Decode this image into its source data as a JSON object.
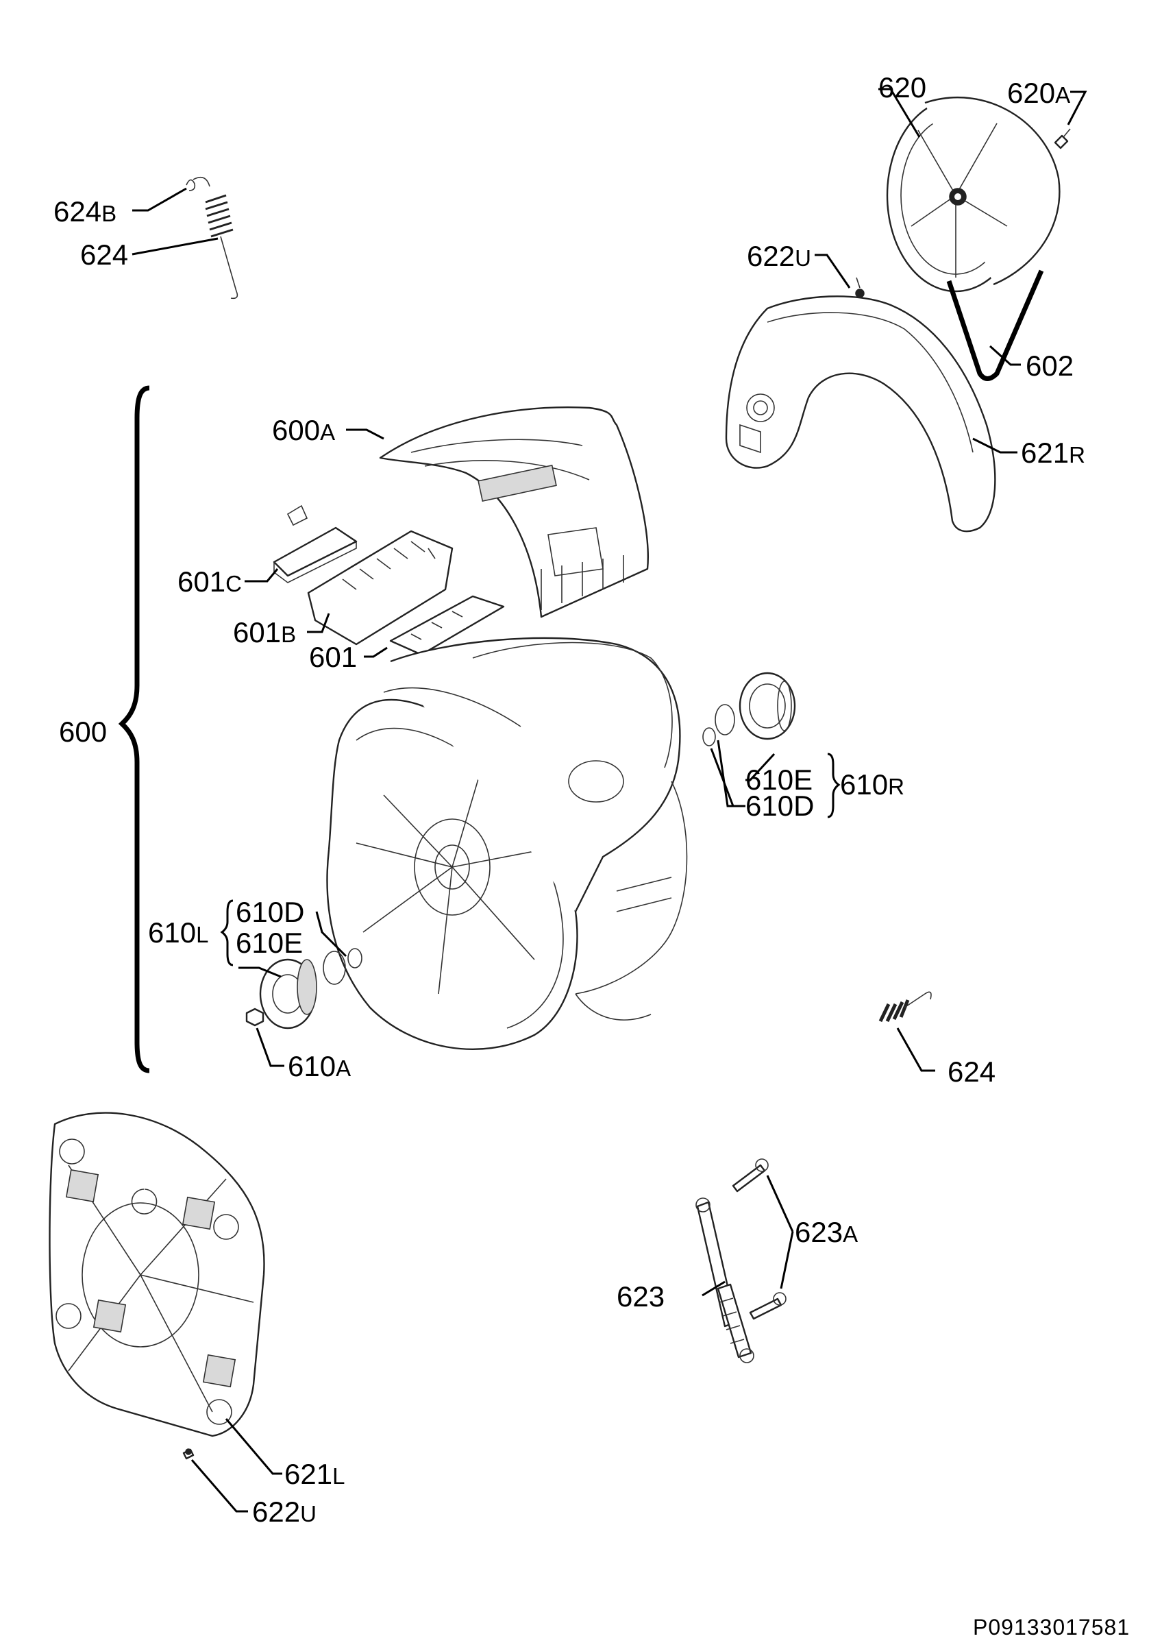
{
  "labels": {
    "l620": {
      "num": "620",
      "suffix": ""
    },
    "l620A": {
      "num": "620",
      "suffix": "A"
    },
    "l624B": {
      "num": "624",
      "suffix": "B"
    },
    "l624_top": {
      "num": "624",
      "suffix": ""
    },
    "l622U_top": {
      "num": "622",
      "suffix": "U"
    },
    "l602": {
      "num": "602",
      "suffix": ""
    },
    "l600A": {
      "num": "600",
      "suffix": "A"
    },
    "l621R": {
      "num": "621",
      "suffix": "R"
    },
    "l601C": {
      "num": "601",
      "suffix": "C"
    },
    "l601B": {
      "num": "601",
      "suffix": "B"
    },
    "l601": {
      "num": "601",
      "suffix": ""
    },
    "l600": {
      "num": "600",
      "suffix": ""
    },
    "l610E_r": {
      "num": "610E",
      "suffix": ""
    },
    "l610D_r": {
      "num": "610D",
      "suffix": ""
    },
    "l610R": {
      "num": "610",
      "suffix": "R"
    },
    "l610L": {
      "num": "610",
      "suffix": "L"
    },
    "l610D_l": {
      "num": "610D",
      "suffix": ""
    },
    "l610E_l": {
      "num": "610E",
      "suffix": ""
    },
    "l610A": {
      "num": "610",
      "suffix": "A"
    },
    "l624_bot": {
      "num": "624",
      "suffix": ""
    },
    "l623A": {
      "num": "623",
      "suffix": "A"
    },
    "l623": {
      "num": "623",
      "suffix": ""
    },
    "l621L": {
      "num": "621",
      "suffix": "L"
    },
    "l622U_bot": {
      "num": "622",
      "suffix": "U"
    }
  },
  "document_id": "P09133017581"
}
